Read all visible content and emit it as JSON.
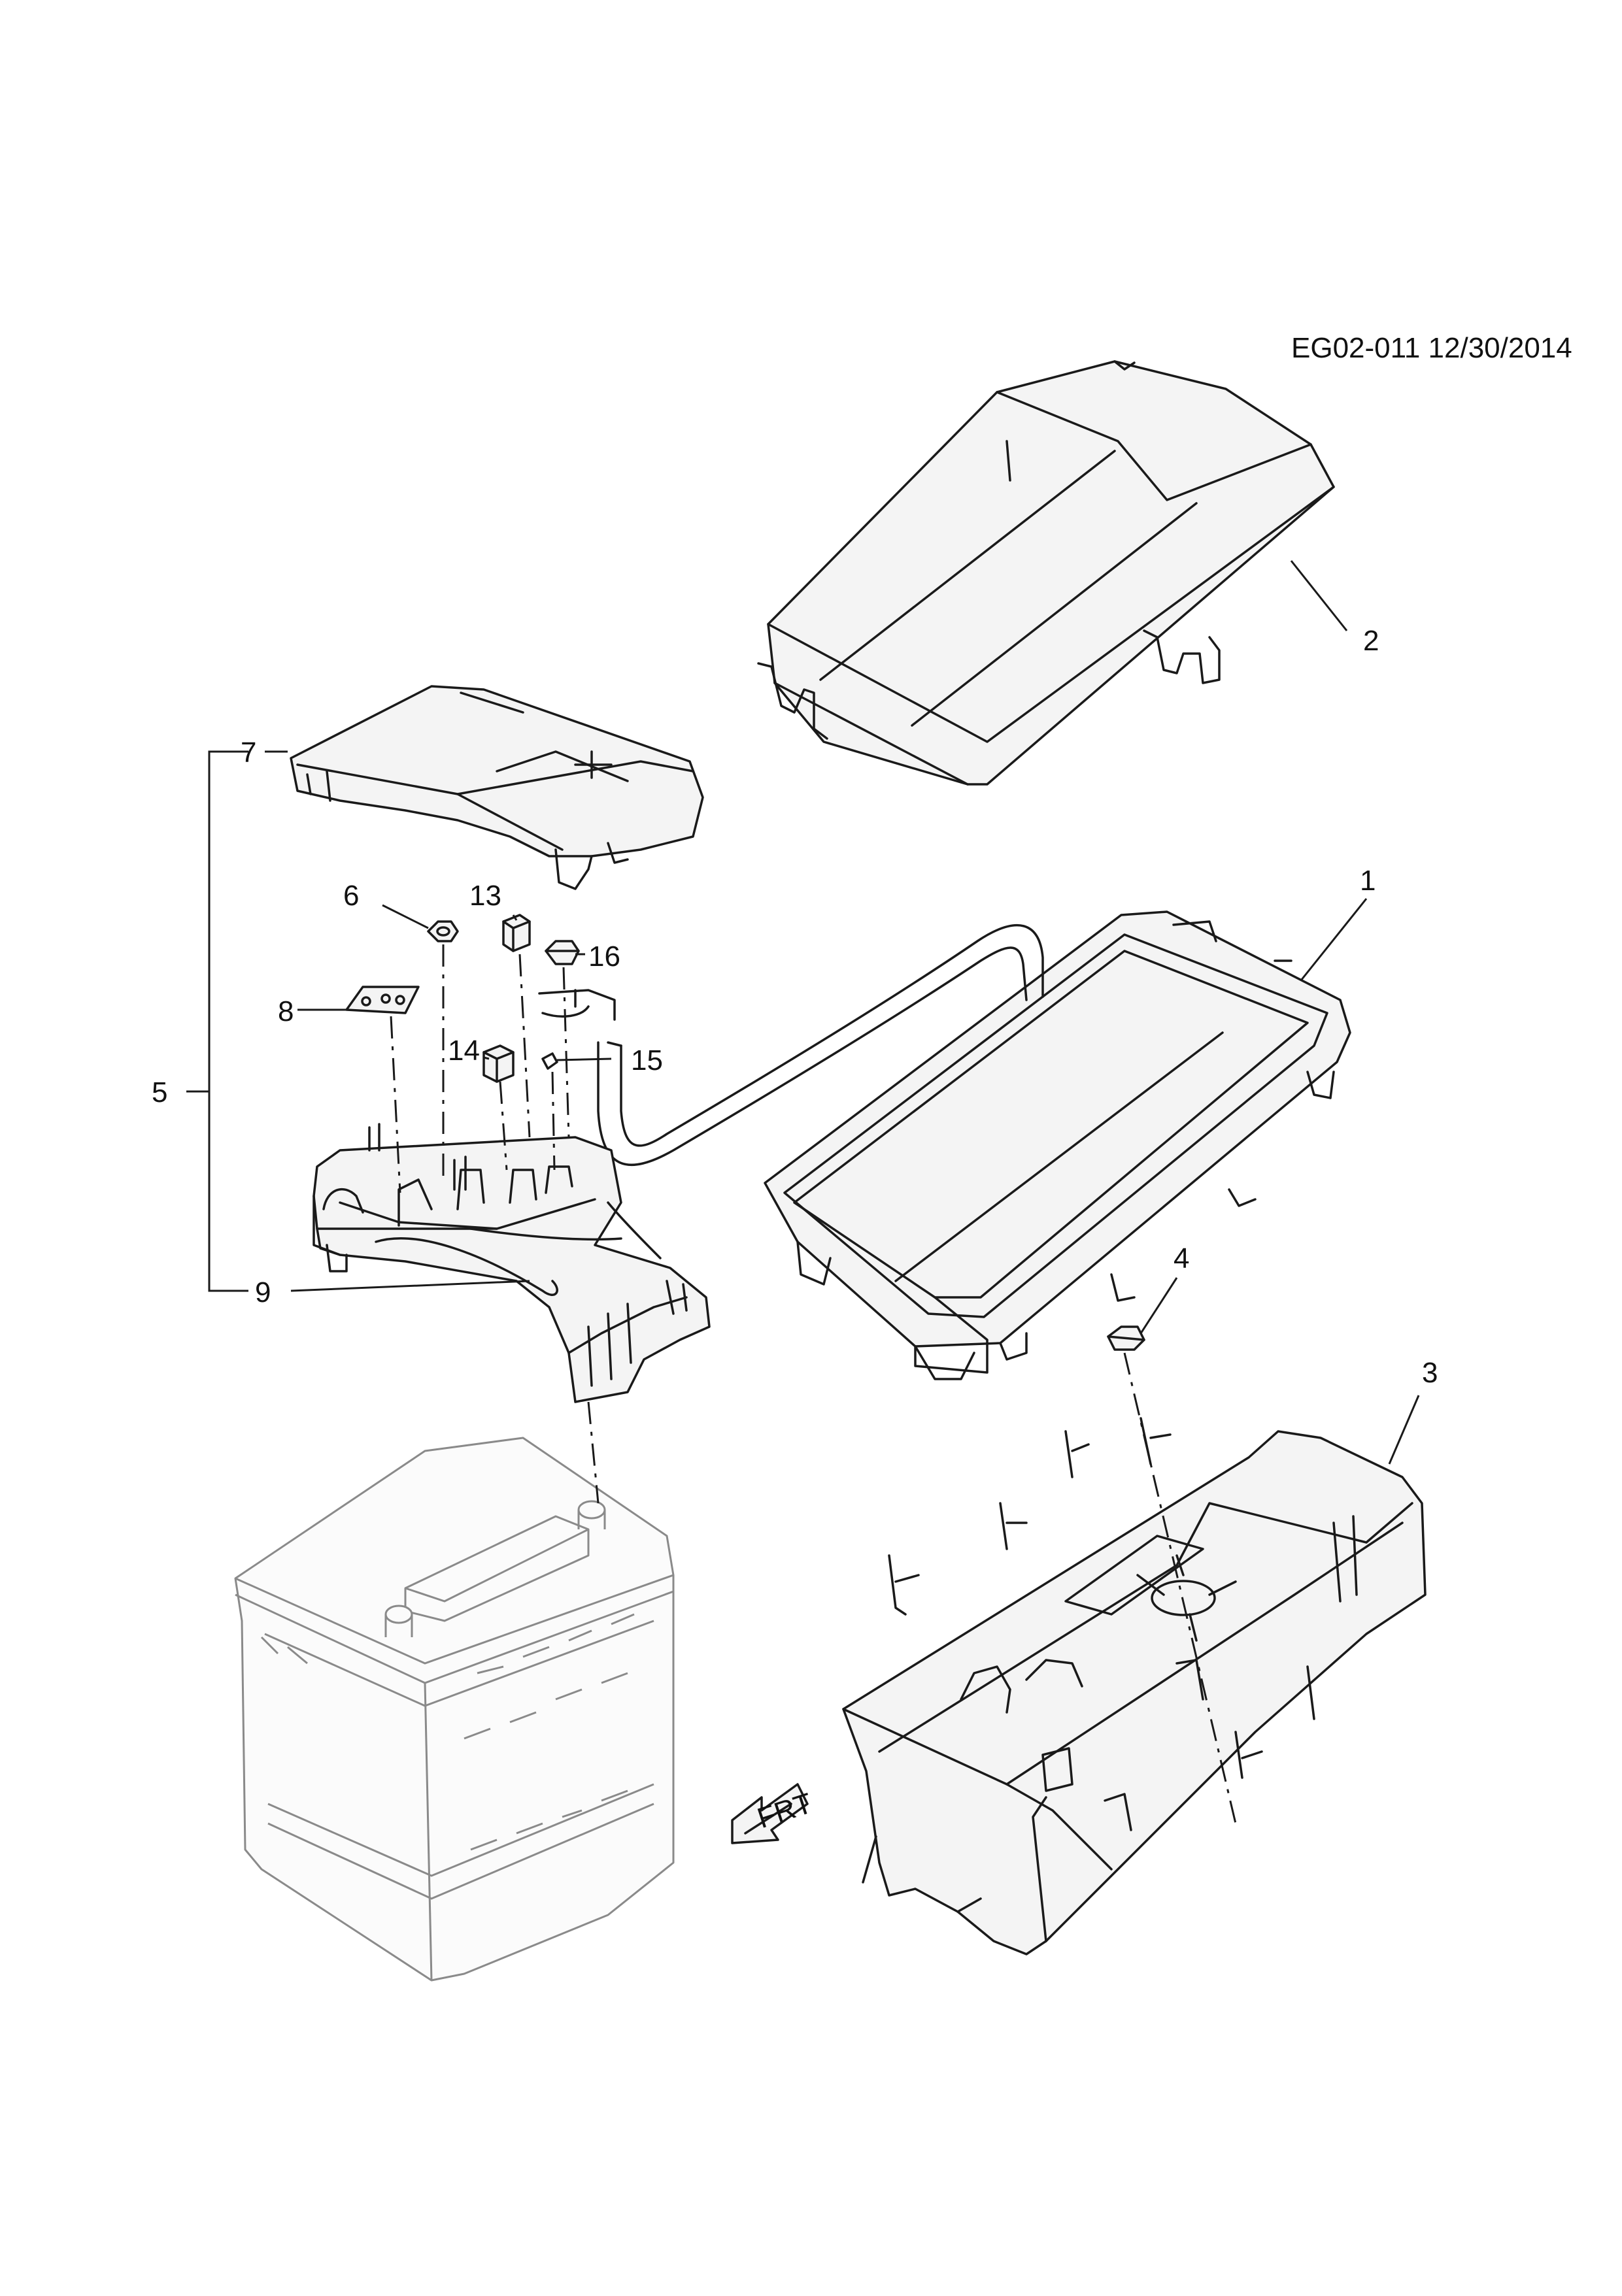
{
  "diagram": {
    "ref_code": "EG02-011 12/30/2014",
    "callouts": {
      "c1": "1",
      "c2": "2",
      "c3": "3",
      "c4": "4",
      "c5": "5",
      "c6": "6",
      "c7": "7",
      "c8": "8",
      "c9": "9",
      "c13": "13",
      "c14": "14",
      "c15": "15",
      "c16": "16"
    },
    "front_arrow_text": "FRT"
  }
}
